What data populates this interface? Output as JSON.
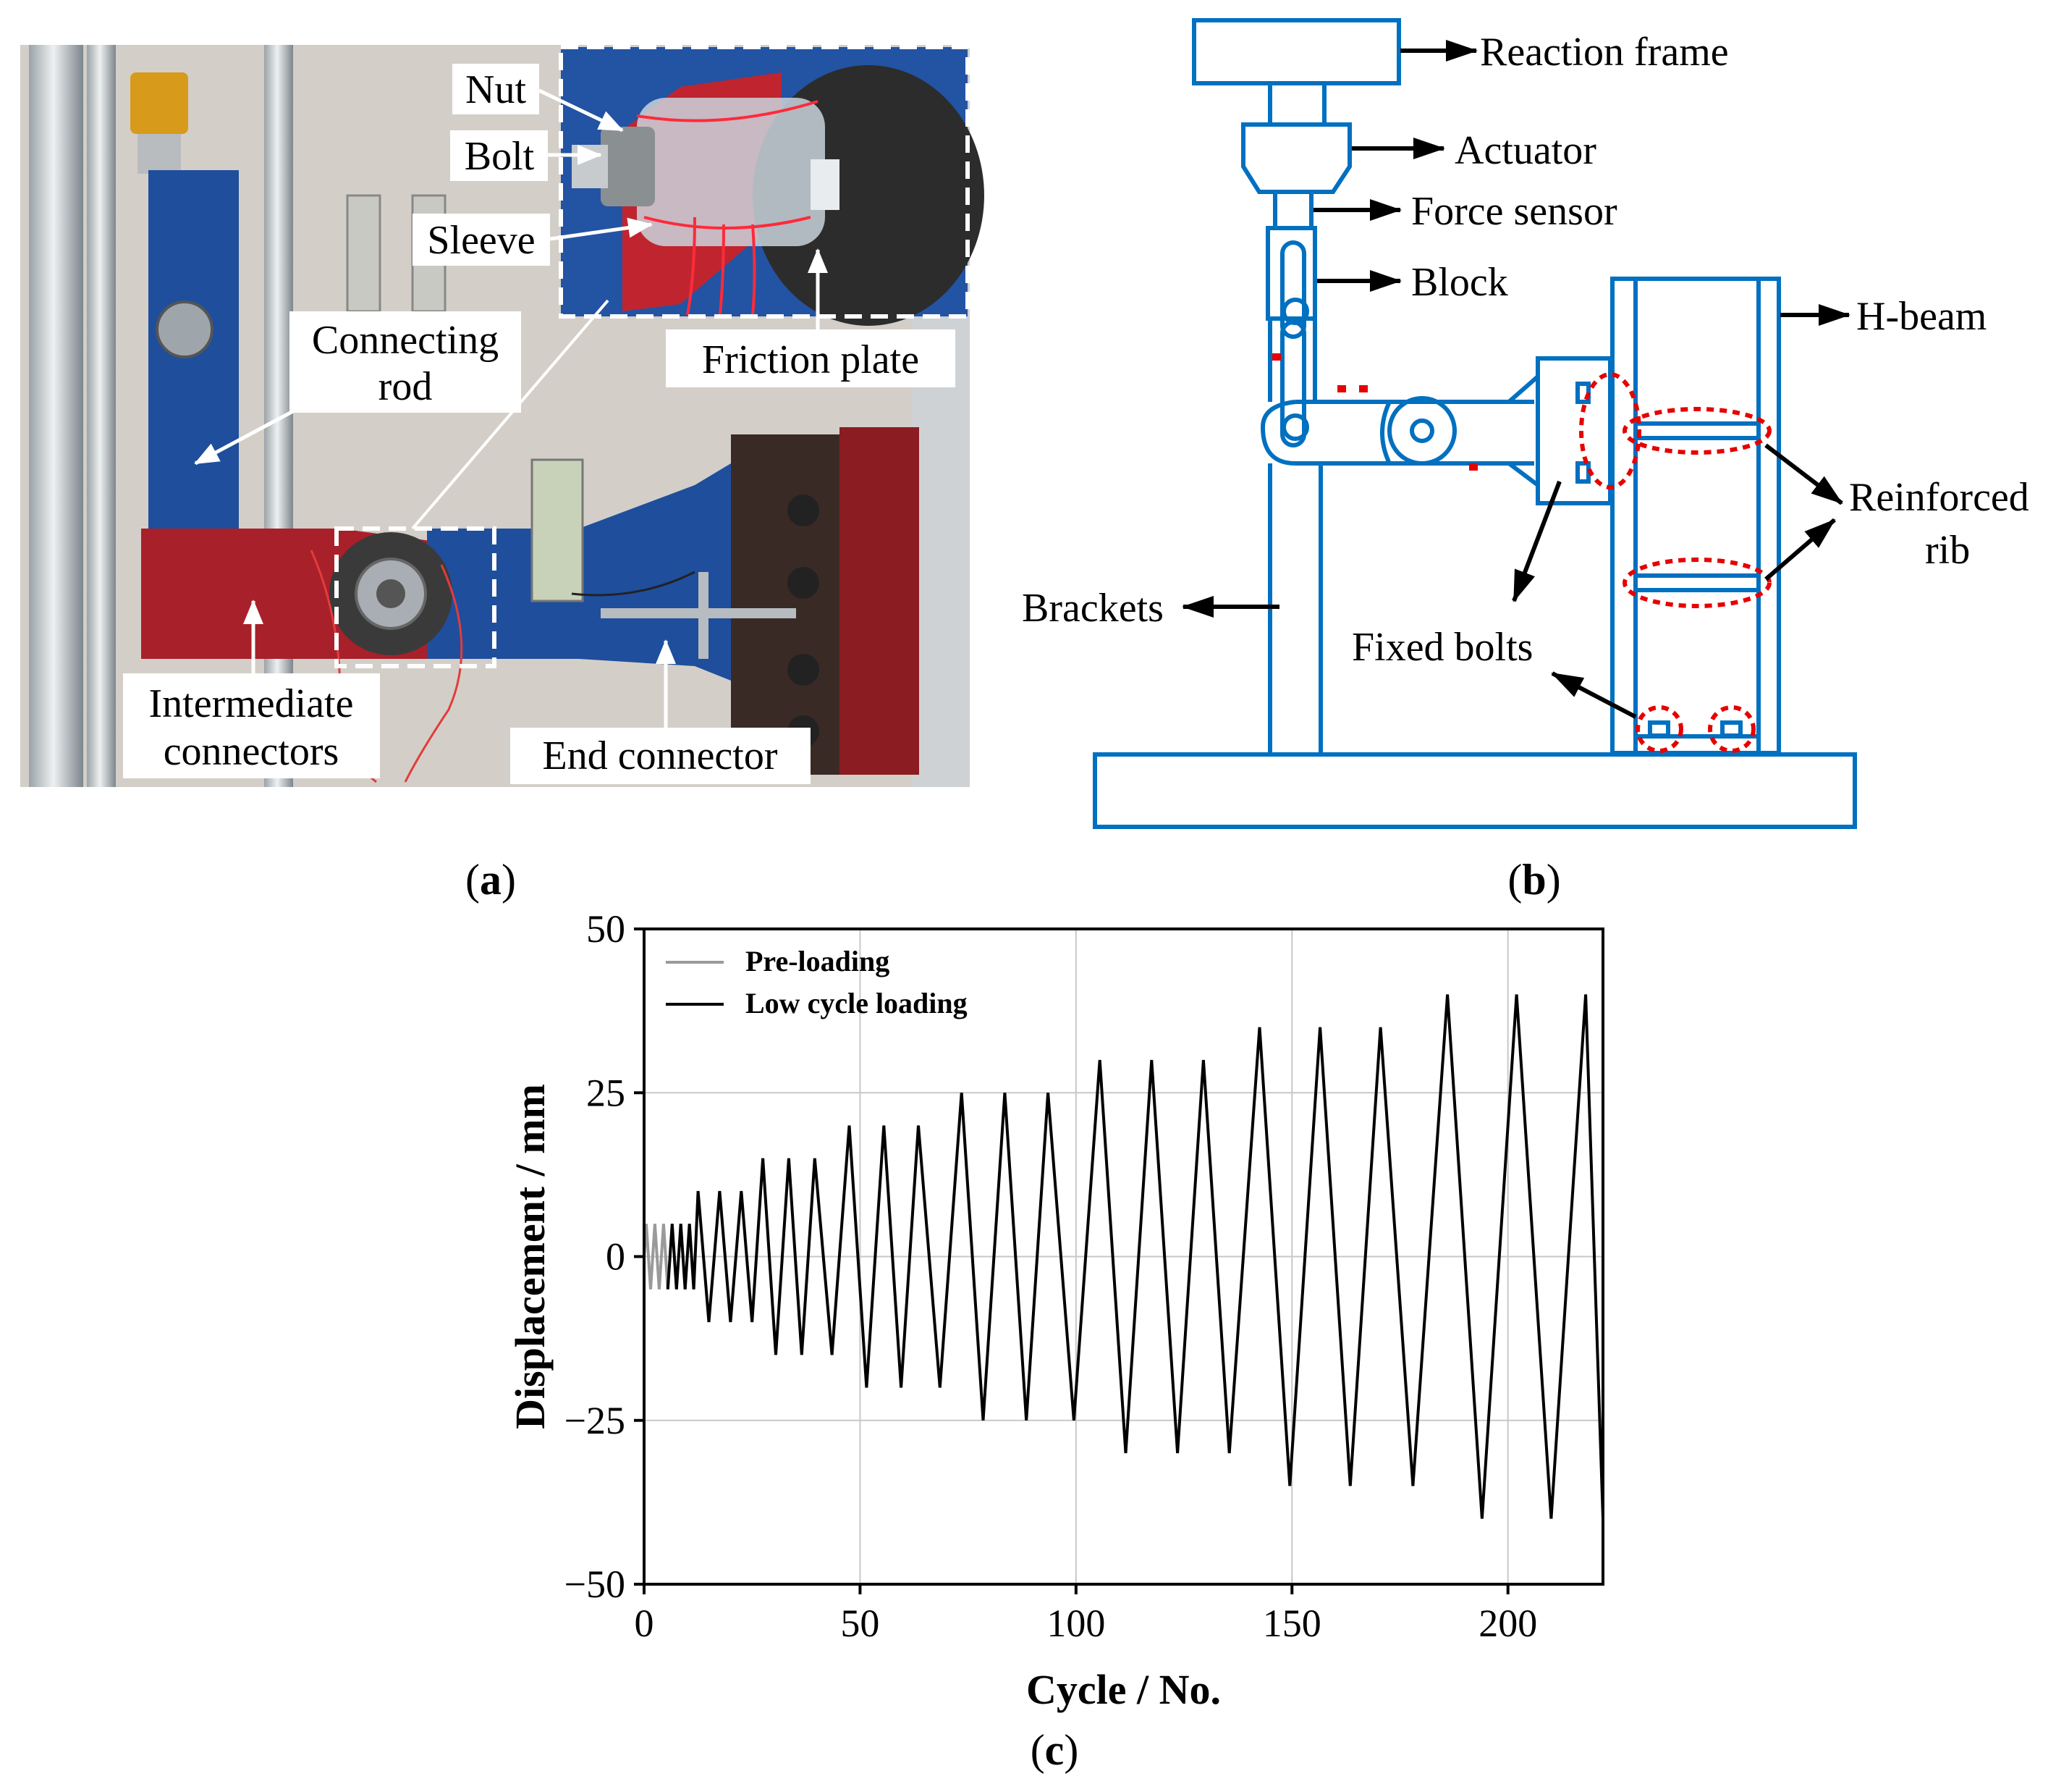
{
  "panel_a": {
    "caption": "(a)",
    "labels": {
      "nut": "Nut",
      "bolt": "Bolt",
      "sleeve": "Sleeve",
      "connecting_rod_1": "Connecting",
      "connecting_rod_2": "rod",
      "friction_plate": "Friction plate",
      "intermediate_1": "Intermediate",
      "intermediate_2": "connectors",
      "end_connector": "End connector"
    },
    "colors": {
      "frame_blue": "#1f4e9c",
      "connector_red": "#a8202a",
      "plate_dark": "#333333"
    }
  },
  "panel_b": {
    "caption": "(b)",
    "labels": {
      "reaction_frame": "Reaction frame",
      "actuator": "Actuator",
      "force_sensor": "Force sensor",
      "block": "Block",
      "h_beam": "H-beam",
      "reinforced_1": "Reinforced",
      "reinforced_2": "rib",
      "brackets": "Brackets",
      "fixed_bolts": "Fixed bolts"
    },
    "colors": {
      "outline": "#0070c0",
      "highlight": "#e60000"
    }
  },
  "panel_c": {
    "caption": "(c)",
    "chart_data": {
      "type": "line",
      "xlabel": "Cycle / No.",
      "ylabel": "Displacement / mm",
      "xlim": [
        0,
        222
      ],
      "ylim": [
        -50,
        50
      ],
      "xticks": [
        0,
        50,
        100,
        150,
        200
      ],
      "yticks": [
        -50,
        -25,
        0,
        25,
        50
      ],
      "xtick_labels": [
        "0",
        "50",
        "100",
        "150",
        "200"
      ],
      "ytick_labels": [
        "−50",
        "−25",
        "0",
        "25",
        "50"
      ],
      "grid": true,
      "legend": "top-left",
      "series": [
        {
          "name": "Pre-loading",
          "color": "#9a9a9a",
          "x": [
            0,
            0.5,
            1.5,
            2.5,
            3.5,
            4.5,
            5.5
          ],
          "y": [
            0,
            5,
            -5,
            5,
            -5,
            5,
            -5
          ]
        },
        {
          "name": "Low cycle loading",
          "color": "#000000",
          "x": [
            5.5,
            6.5,
            7.5,
            8.5,
            9.5,
            10.5,
            11.5,
            12.5,
            15,
            17.5,
            20,
            22.5,
            25,
            27.5,
            30.5,
            33.5,
            36.5,
            39.5,
            43.5,
            47.5,
            51.5,
            55.5,
            59.5,
            63.5,
            68.5,
            73.5,
            78.5,
            83.5,
            88.5,
            93.5,
            99.5,
            105.5,
            111.5,
            117.5,
            123.5,
            129.5,
            135.5,
            142.5,
            149.5,
            156.5,
            163.5,
            170.5,
            178,
            186,
            194,
            202,
            210,
            218,
            222
          ],
          "y": [
            -5,
            5,
            -5,
            5,
            -5,
            5,
            -5,
            10,
            -10,
            10,
            -10,
            10,
            -10,
            15,
            -15,
            15,
            -15,
            15,
            -15,
            20,
            -20,
            20,
            -20,
            20,
            -20,
            25,
            -25,
            25,
            -25,
            25,
            -25,
            30,
            -30,
            30,
            -30,
            30,
            -30,
            35,
            -35,
            35,
            -35,
            35,
            -35,
            40,
            -40,
            40,
            -40,
            40,
            -40,
            0
          ]
        }
      ]
    }
  }
}
